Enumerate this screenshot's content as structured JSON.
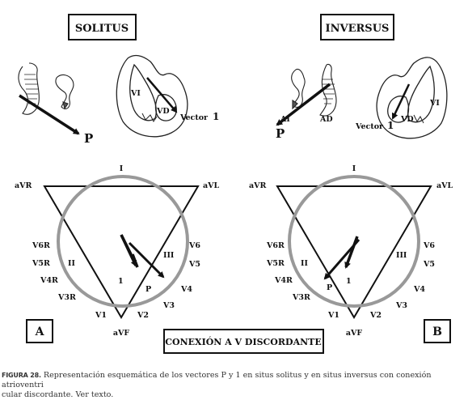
{
  "titles": {
    "left": "SOLITUS",
    "right": "INVERSUS"
  },
  "top_left": {
    "lv": "VI",
    "rv": "VD",
    "vector_label": "Vector",
    "vector_num": "1",
    "p": "P"
  },
  "top_right": {
    "ai": "AI",
    "ad": "AD",
    "lv": "VI",
    "rv": "VD",
    "vector_label": "Vector",
    "vector_num": "1",
    "p": "P"
  },
  "leads": {
    "top": "I",
    "avr": "aVR",
    "avl": "aVL",
    "v6r": "V6R",
    "v5r": "V5R",
    "v4r": "V4R",
    "v3r": "V3R",
    "v1": "V1",
    "v2": "V2",
    "v3": "V3",
    "v4": "V4",
    "v5": "V5",
    "v6": "V6",
    "ii": "II",
    "iii": "III",
    "avf": "aVF"
  },
  "vectors": {
    "one": "1",
    "p": "P"
  },
  "panels": {
    "a": "A",
    "b": "B"
  },
  "center_box": "CONEXIÓN A V DISCORDANTE",
  "caption": {
    "fig": "FIGURA 28.",
    "line1": " Representación esquemática de los vectores P y 1 en situs solitus y en situs inversus con conexión atrioventri",
    "line2": "cular discordante. Ver texto."
  }
}
